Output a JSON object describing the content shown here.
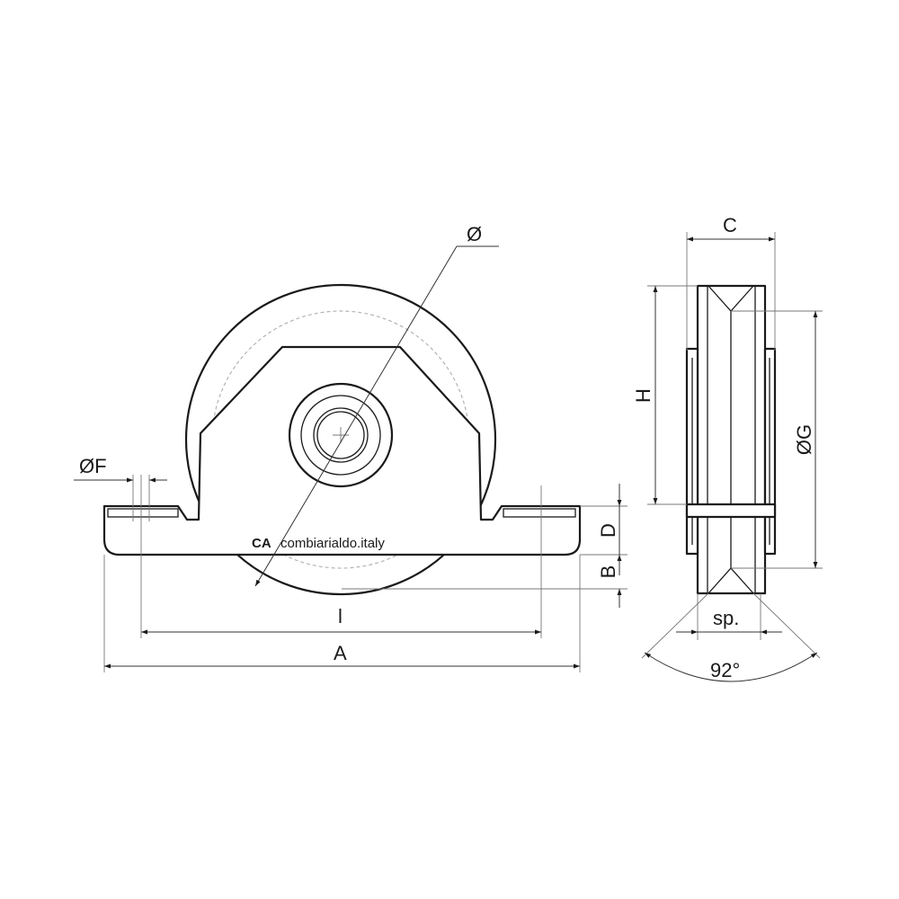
{
  "logo": {
    "mark": "CA",
    "text": "combiarialdo.italy"
  },
  "front_view": {
    "labels": {
      "wheel_diameter": "Ø",
      "hole_diameter": "ØF",
      "hole_spacing": "l",
      "overall_length": "A",
      "base_thickness": "D",
      "wheel_protrusion": "B"
    }
  },
  "side_view": {
    "labels": {
      "width": "C",
      "height": "H",
      "groove_diameter": "ØG",
      "thickness": "sp.",
      "groove_angle": "92°"
    }
  }
}
